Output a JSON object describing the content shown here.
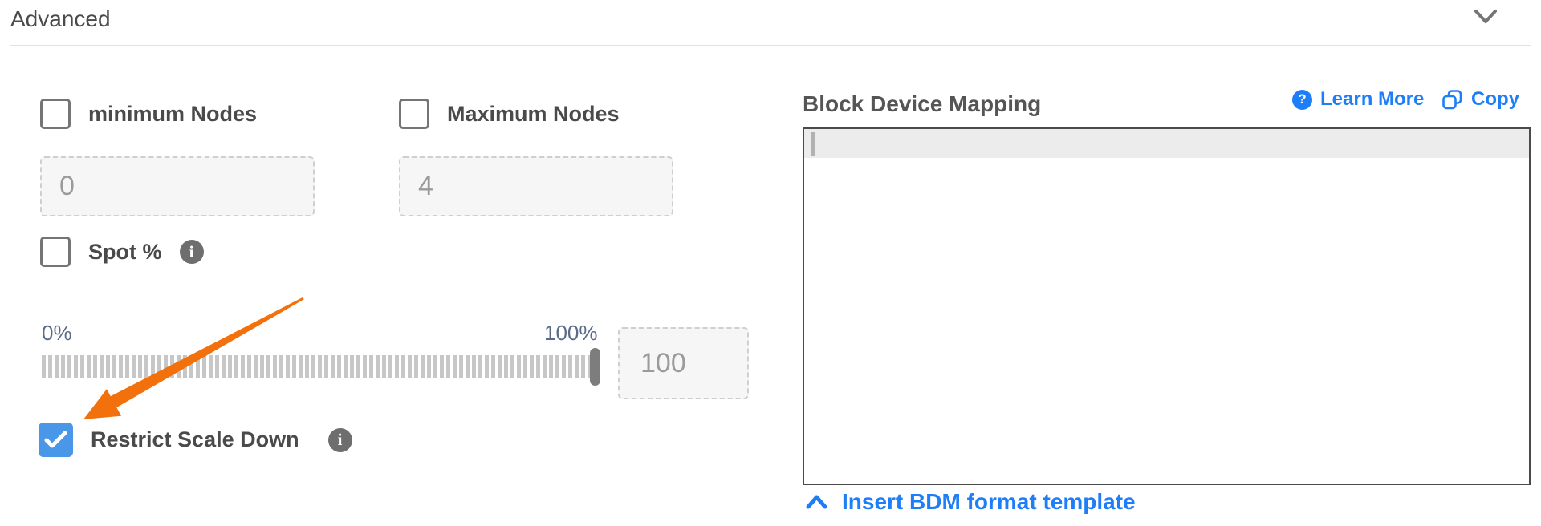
{
  "header": {
    "title": "Advanced",
    "collapse_icon": "chevron-down"
  },
  "left_panel": {
    "min_nodes": {
      "label": "minimum Nodes",
      "checked": false,
      "value": "0"
    },
    "max_nodes": {
      "label": "Maximum Nodes",
      "checked": false,
      "value": "4"
    },
    "spot": {
      "label": "Spot %",
      "checked": false,
      "info_icon": "info"
    },
    "slider": {
      "min_label": "0%",
      "max_label": "100%",
      "value": "100",
      "position_percent": 100
    },
    "restrict_scale_down": {
      "label": "Restrict Scale Down",
      "checked": true,
      "info_icon": "info"
    }
  },
  "right_panel": {
    "title": "Block Device Mapping",
    "learn_more_label": "Learn More",
    "copy_label": "Copy",
    "editor_value": "",
    "insert_template_label": "Insert BDM format template"
  },
  "annotation": {
    "arrow_color": "#f2710c",
    "arrow_target": "Restrict Scale Down checkbox"
  },
  "colors": {
    "accent_blue": "#1e7ef7",
    "checkbox_checked_blue": "#4a96e8",
    "label_gray": "#4a4a4a",
    "slider_label_blue_gray": "#5b6b87"
  }
}
